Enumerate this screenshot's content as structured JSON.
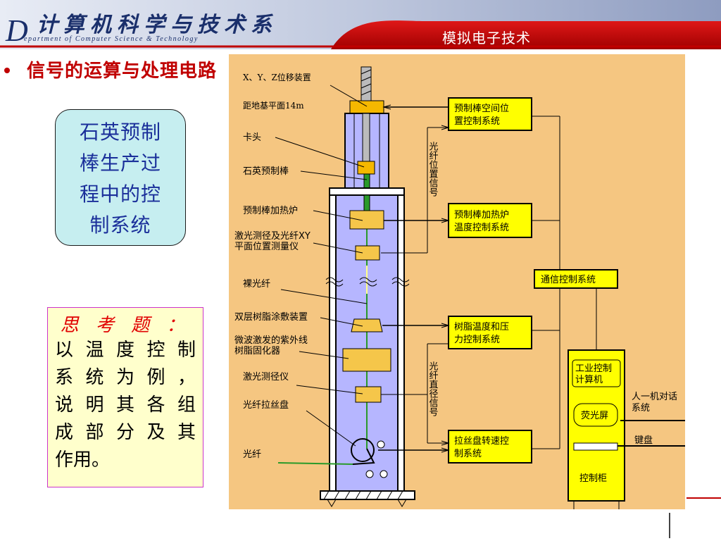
{
  "header": {
    "dept_letter": "D",
    "dept_title": "计算机科学与技术系",
    "dept_subtitle": "epartment of Computer Science & Technology",
    "course_title": "模拟电子技术"
  },
  "slide": {
    "heading": "信号的运算与处理电路",
    "bubble_lines": [
      "石英预制",
      "棒生产过",
      "程中的控",
      "制系统"
    ],
    "think_title": "思 考 题 ：",
    "think_lines": [
      "以温度控制",
      "系统为例，",
      "说明其各组",
      "成部分及其"
    ],
    "think_last": "作用。"
  },
  "diagram": {
    "left_labels": {
      "xyz": "X、Y、Z位移装置",
      "height": "距地基平面14m",
      "chuck": "卡头",
      "rod": "石英预制棒",
      "furnace": "预制棒加热炉",
      "laser_xy_1": "激光测径及光纤XY",
      "laser_xy_2": "平面位置测量仪",
      "bare_fiber": "裸光纤",
      "coater": "双层树脂涂敷装置",
      "uv_1": "微波激发的紫外线",
      "uv_2": "树脂固化器",
      "laser_d": "激光测径仪",
      "drum": "光纤拉丝盘",
      "fiber": "光纤"
    },
    "blocks": {
      "pos_ctrl_1": "预制棒空间位",
      "pos_ctrl_2": "置控制系统",
      "temp_ctrl_1": "预制棒加热炉",
      "temp_ctrl_2": "温度控制系统",
      "resin_ctrl_1": "树脂温度和压",
      "resin_ctrl_2": "力控制系统",
      "drum_ctrl_1": "拉丝盘转速控",
      "drum_ctrl_2": "制系统",
      "comm_ctrl": "通信控制系统",
      "computer_1": "工业控制",
      "computer_2": "计算机",
      "screen": "荧光屏",
      "keyboard": "键盘",
      "cabinet": "控制柜",
      "hmi_1": "人一机对话",
      "hmi_2": "系统"
    },
    "vertical_texts": {
      "fiber_pos_signal": "光纤位置信号",
      "fiber_dia_signal": "光纤直径信号"
    }
  },
  "colors": {
    "heading_red": "#c00000",
    "diagram_bg": "#f5c681",
    "block_yellow": "#ffff00",
    "tower_blue": "#b6b6ff"
  }
}
